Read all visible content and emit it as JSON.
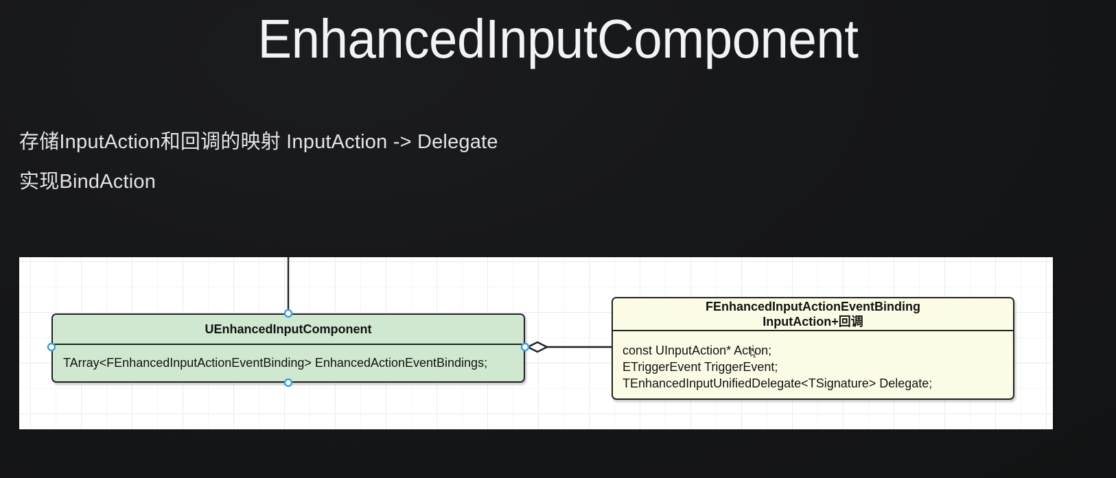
{
  "slide": {
    "background_color": "#161718",
    "title": "EnhancedInputComponent",
    "subtitle_lines": [
      "存储InputAction和回调的映射 InputAction -> Delegate",
      "实现BindAction"
    ]
  },
  "diagram": {
    "canvas_background": "#ffffff",
    "grid_color": "#e9ebed",
    "classes": [
      {
        "id": "component",
        "name": "UEnhancedInputComponent",
        "fill_color": "#cfe8cf",
        "border_color": "#1f1f1f",
        "selected": true,
        "attributes": [
          "TArray<FEnhancedInputActionEventBinding> EnhancedActionEventBindings;"
        ]
      },
      {
        "id": "binding",
        "name": "FEnhancedInputActionEventBinding",
        "name_line2": "InputAction+回调",
        "fill_color": "#fcfce6",
        "border_color": "#1f1f1f",
        "selected": false,
        "attributes": [
          "const UInputAction* Action;",
          "ETriggerEvent TriggerEvent;",
          "TEnhancedInputUnifiedDelegate<TSignature> Delegate;"
        ]
      }
    ],
    "relations": [
      {
        "type": "aggregation",
        "from": "component",
        "to": "binding",
        "marker": "hollow-diamond"
      },
      {
        "type": "line",
        "from": "canvas-top",
        "to": "component",
        "marker": "none"
      }
    ],
    "selection_handle_color": "#3a9fdc"
  }
}
